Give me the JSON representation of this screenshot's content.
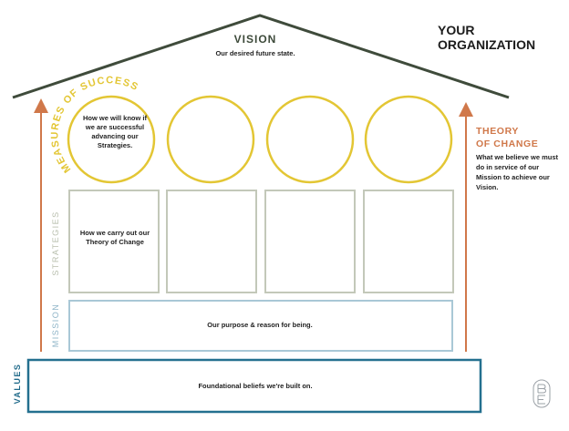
{
  "header": {
    "vision_title": "VISION",
    "vision_subtitle": "Our desired future state.",
    "organization_line1": "YOUR",
    "organization_line2": "ORGANIZATION"
  },
  "theory_of_change": {
    "title_line1": "THEORY",
    "title_line2": "OF CHANGE",
    "description": "What we believe we must do in service of our Mission to achieve our Vision."
  },
  "measures_of_success": {
    "label": "MEASURES OF SUCCESS",
    "description": "How we will know if we are successful advancing our Strategies."
  },
  "strategies": {
    "label": "STRATEGIES",
    "description": "How we carry out our Theory of Change"
  },
  "mission": {
    "label": "MISSION",
    "description": "Our purpose & reason for being."
  },
  "values": {
    "label": "VALUES",
    "description": "Foundational beliefs we're built on."
  },
  "logo": {
    "monogram": "BE"
  },
  "colors": {
    "roof": "#3f4b3b",
    "circles": "#e3c634",
    "strategy_boxes": "#c3c8b9",
    "mission_box": "#a9c8d6",
    "values_box": "#24708f",
    "arrows": "#d0784a"
  }
}
